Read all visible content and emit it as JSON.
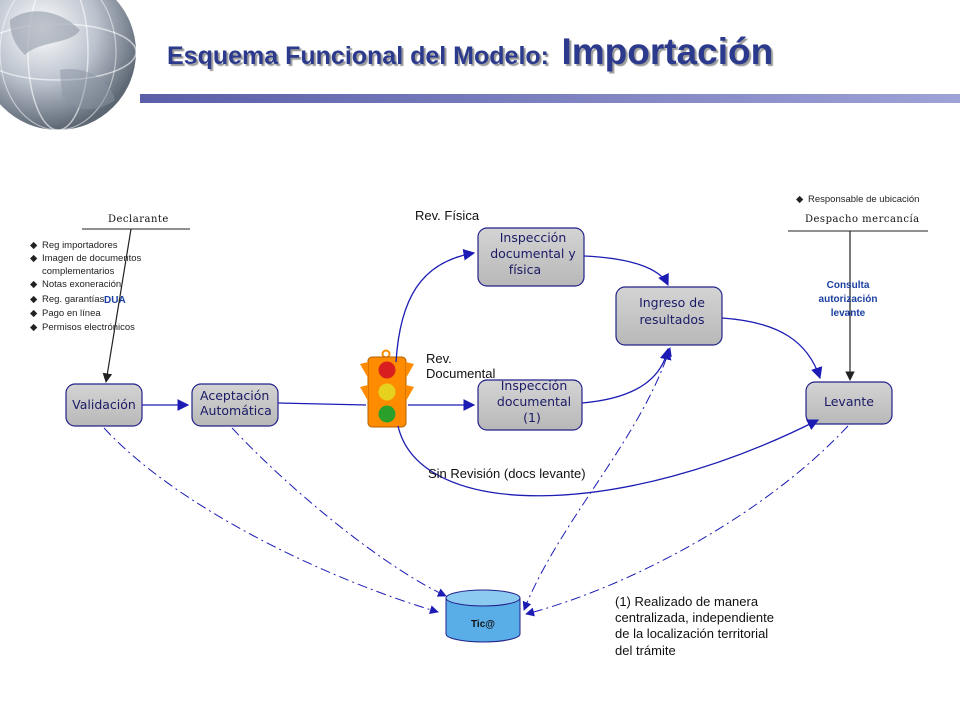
{
  "header": {
    "title_main": "Esquema Funcional del Modelo:",
    "title_accent": "Importación",
    "title_color": "#2b3a8c",
    "bar_color": "#6f74b8"
  },
  "declarante": {
    "label": "Declarante",
    "bullets": [
      "Reg importadores",
      "Imagen de documentos",
      "complementarios",
      "Notas exoneración",
      "Reg. garantías",
      "Pago en línea",
      "Permisos electrónicos"
    ],
    "dua_label": "DUA"
  },
  "despacho": {
    "bullet": "Responsable de ubicación",
    "label": "Despacho mercancía",
    "consulta_lines": [
      "Consulta",
      "autorización",
      "levante"
    ]
  },
  "nodes": {
    "validacion": "Validación",
    "aceptacion": [
      "Aceptación",
      "Automática"
    ],
    "insp_fisica": [
      "Inspección",
      "documental y",
      "física"
    ],
    "insp_documental": [
      "Inspección",
      "documental",
      "(1)"
    ],
    "ingreso": [
      "Ingreso de",
      "resultados"
    ],
    "levante": "Levante",
    "database": "Tic@"
  },
  "edge_labels": {
    "rev_fisica": "Rev. Física",
    "rev_documental": [
      "Rev.",
      "Documental"
    ],
    "sin_revision": "Sin Revisión (docs levante)"
  },
  "footnote": [
    "(1) Realizado de manera",
    "centralizada, independiente",
    "de la localización territorial",
    "del trámite"
  ],
  "colors": {
    "box_fill": "#c6c6c6",
    "box_stroke": "#22228a",
    "arrow": "#1c1cb4",
    "dashed": "#1c1cb4",
    "traffic_body": "#ff8c00",
    "light_red": "#d81e1e",
    "light_yellow": "#e6d21e",
    "light_green": "#2aa02a",
    "db_fill": "#5aaee8"
  }
}
